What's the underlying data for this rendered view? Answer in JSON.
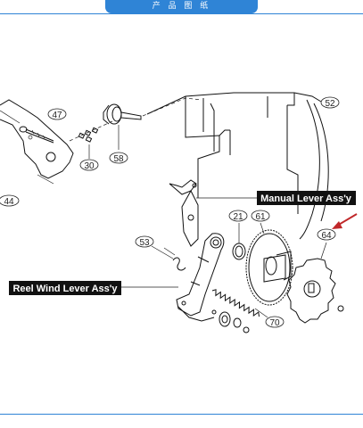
{
  "header": {
    "title": "产 品 图 纸",
    "accent_color": "#2f84d6"
  },
  "callouts": {
    "c47": "47",
    "c30": "30",
    "c58": "58",
    "c52": "52",
    "c44": "44",
    "c21": "21",
    "c61": "61",
    "c64": "64",
    "c53": "53",
    "c70": "70"
  },
  "labels": {
    "manual_lever": "Manual  Lever  Ass'y",
    "reel_wind_lever": "Reel  Wind  Lever  Ass'y"
  },
  "pointer": {
    "color": "#c0282a"
  }
}
